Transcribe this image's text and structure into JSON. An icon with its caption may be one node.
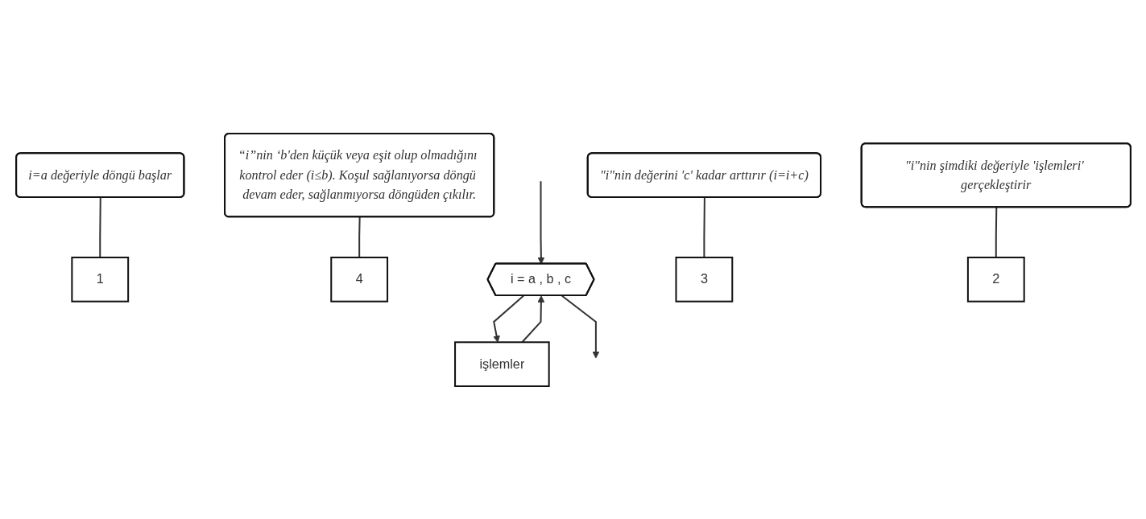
{
  "diagram": {
    "nodes": [
      {
        "text": [
          "i=a değeriyle döngü başlar"
        ]
      },
      {
        "text": [
          "1"
        ]
      },
      {
        "text": [
          "“i”nin ‘b'den küçük veya eşit olup olmadığını kontrol eder (i≤b). Koşul sağlanıyorsa döngü devam eder, sağlanmıyorsa döngüden çıkılır."
        ]
      },
      {
        "text": [
          "4"
        ]
      },
      {
        "text": [
          "i = a , b , c"
        ]
      },
      {
        "text": [
          "3"
        ]
      },
      {
        "text": [
          "işlemler"
        ]
      },
      {
        "text": [
          "2"
        ]
      },
      {
        "text": [
          "\"i\"nin değerini 'c' kadar arttırır (i=i+c)"
        ]
      },
      {
        "text": [
          "\"i\"nin şimdiki değeriyle 'işlemleri' gerçekleştirir"
        ]
      }
    ],
    "edges": [
      {
        "from": 0,
        "to": 1,
        "arrow": "none"
      },
      {
        "from": 2,
        "to": 3,
        "arrow": "none"
      },
      {
        "from": null,
        "to": 4,
        "arrow": "to"
      },
      {
        "from": 4,
        "to": 6,
        "arrow": "to"
      },
      {
        "from": 6,
        "to": 4,
        "arrow": "to"
      },
      {
        "from": 4,
        "to": null,
        "arrow": "to"
      },
      {
        "from": 8,
        "to": 5,
        "arrow": "none"
      },
      {
        "from": 9,
        "to": 7,
        "arrow": "none"
      }
    ]
  }
}
